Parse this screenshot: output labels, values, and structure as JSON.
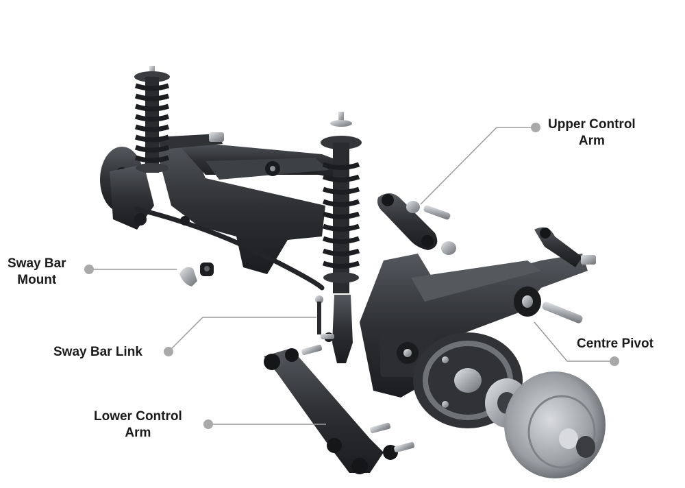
{
  "labels": {
    "upper_control_arm": [
      "Upper Control",
      "Arm"
    ],
    "sway_bar_mount": [
      "Sway Bar",
      "Mount"
    ],
    "sway_bar_link": [
      "Sway Bar Link"
    ],
    "centre_pivot": [
      "Centre Pivot"
    ],
    "lower_control_arm": [
      "Lower Control",
      "Arm"
    ]
  },
  "colors": {
    "callout": "#9a9a9a",
    "metal_dark": "#2b2d30",
    "metal_mid": "#4a4d52",
    "steel": "#b9bcc0",
    "text": "#1a1a1a"
  }
}
